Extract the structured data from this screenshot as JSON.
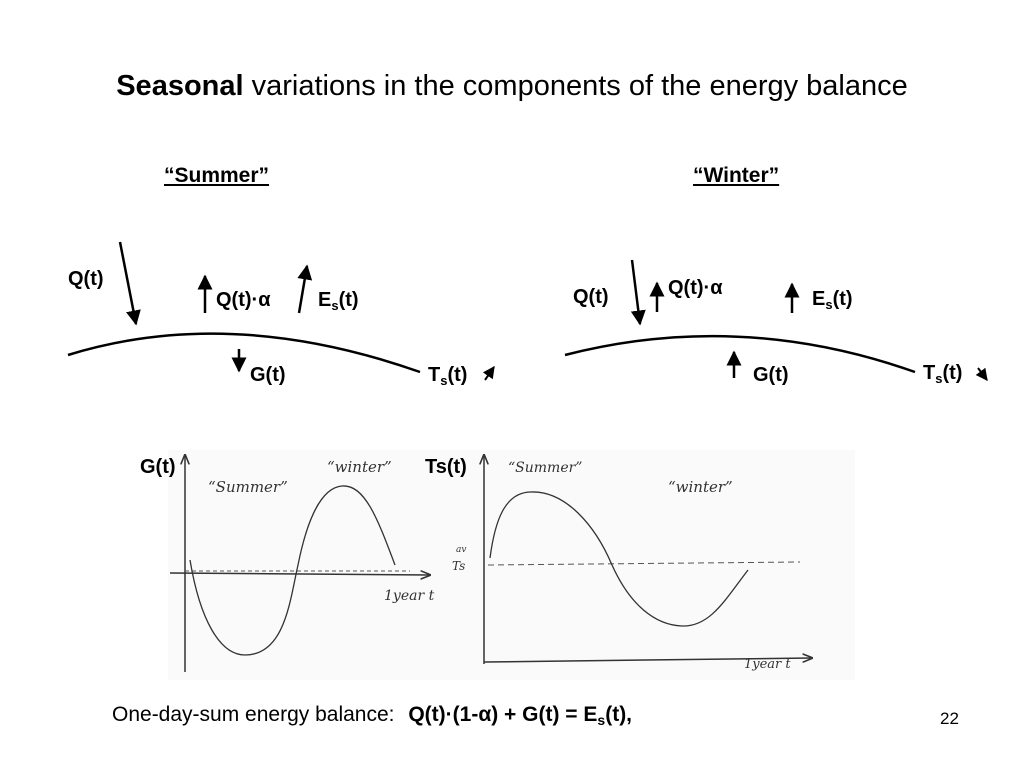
{
  "title": {
    "bold": "Seasonal",
    "rest": " variations in the components of the energy balance"
  },
  "summer": {
    "heading": "“Summer”",
    "q": "Q(t)",
    "q_alpha": "Q(t)·α",
    "es_main": "E",
    "es_sub": "s",
    "es_tail": "(t)",
    "g": "G(t)",
    "ts_main": "T",
    "ts_sub": "s",
    "ts_tail": "(t)"
  },
  "winter": {
    "heading": "“Winter”",
    "q": "Q(t)",
    "q_alpha": "Q(t)·α",
    "es_main": "E",
    "es_sub": "s",
    "es_tail": "(t)",
    "g": "G(t)",
    "ts_main": "T",
    "ts_sub": "s",
    "ts_tail": "(t)"
  },
  "sketch_g": {
    "axis_label": "G(t)",
    "summer_note": "“Summer”",
    "winter_note": "“winter”",
    "time_label": "1year t"
  },
  "sketch_ts": {
    "axis_label": "Ts(t)",
    "summer_note": "“Summer”",
    "winter_note": "“winter”",
    "avg_label": "Ts",
    "avg_sup": "av",
    "time_label": "1year t"
  },
  "bottom": {
    "prefix": "One-day-sum energy balance:",
    "eq_main": "Q(t)·(1-α) + G(t) = E",
    "eq_sub": "s",
    "eq_tail": "(t),"
  },
  "page_number": "22",
  "colors": {
    "text": "#000000",
    "sketch": "#333333",
    "background": "#ffffff"
  }
}
